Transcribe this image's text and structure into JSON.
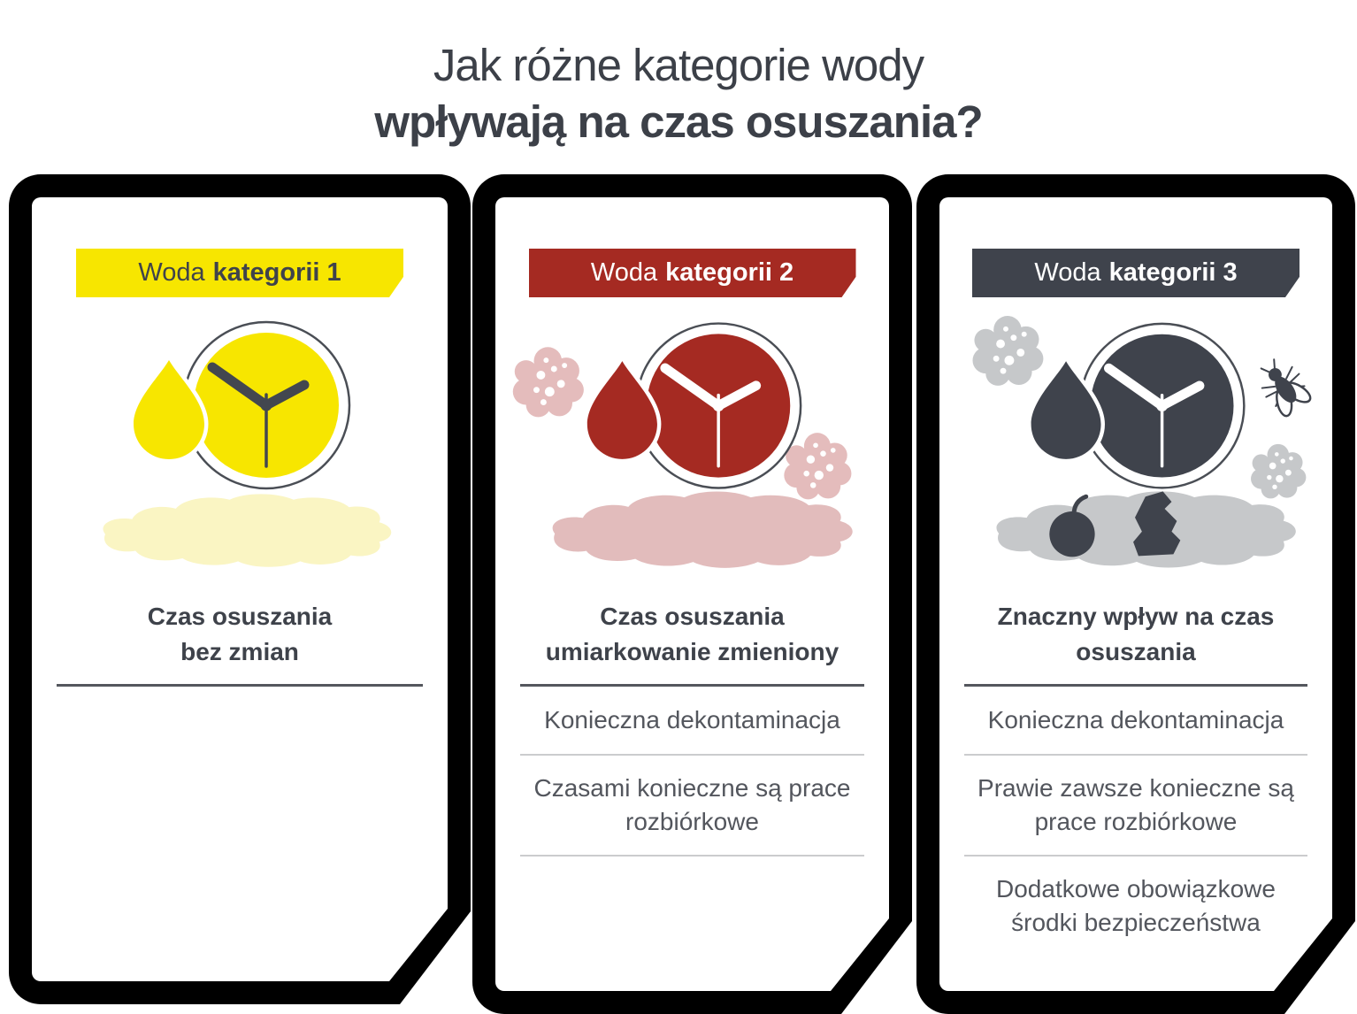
{
  "title": {
    "line1": "Jak różne kategorie wody",
    "line2": "wpływają na czas osuszania?"
  },
  "colors": {
    "category1_yellow": "#f7e600",
    "category1_pale_puddle": "#faf5c3",
    "category2_red": "#a52a22",
    "category2_pink": "#e4bcbc",
    "category3_charcoal": "#3f434c",
    "category3_gray": "#c6c8ca",
    "clock_ring_outline": "#4a4e55",
    "text_dark": "#3e424a"
  },
  "cards": [
    {
      "banner": {
        "prefix": "Woda",
        "bold": "kategorii 1"
      },
      "icons": [
        "water-drop",
        "clock",
        "puddle"
      ],
      "heading_lines": [
        "Czas osuszania",
        "bez zmian"
      ],
      "items": []
    },
    {
      "banner": {
        "prefix": "Woda",
        "bold": "kategorii 2"
      },
      "icons": [
        "germs",
        "water-drop",
        "clock",
        "germs",
        "puddle"
      ],
      "heading_lines": [
        "Czas osuszania",
        "umiarkowanie zmieniony"
      ],
      "items": [
        {
          "lines": [
            "Konieczna dekontaminacja"
          ]
        },
        {
          "lines": [
            "Czasami konieczne są prace",
            "rozbiórkowe"
          ]
        }
      ]
    },
    {
      "banner": {
        "prefix": "Woda",
        "bold": "kategorii 3"
      },
      "icons": [
        "germs",
        "water-drop",
        "clock",
        "fly",
        "germs",
        "puddle",
        "apple",
        "debris"
      ],
      "heading_lines": [
        "Znaczny wpływ na czas",
        "osuszania"
      ],
      "items": [
        {
          "lines": [
            "Konieczna dekontaminacja"
          ]
        },
        {
          "lines": [
            "Prawie zawsze konieczne są",
            "prace rozbiórkowe"
          ]
        },
        {
          "lines": [
            "Dodatkowe obowiązkowe",
            "środki bezpieczeństwa"
          ]
        }
      ]
    }
  ]
}
